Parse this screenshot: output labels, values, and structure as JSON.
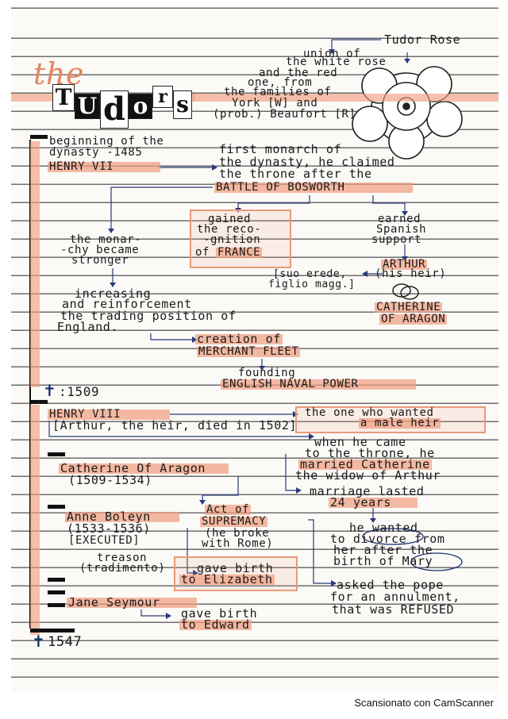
{
  "title_the": "the",
  "title_tudors_letters": [
    "T",
    "U",
    "d",
    "o",
    "r",
    "s"
  ],
  "rose_label": "Tudor Rose",
  "rose_desc": [
    "union of",
    "the white rose",
    "and the red",
    "one, from",
    "the families of",
    "York [W] and",
    "(prob.) Beaufort [R]"
  ],
  "henry7": {
    "beginning": [
      "beginning of the",
      "dynasty -1485"
    ],
    "name": "HENRY VII",
    "first_monarch": [
      "first monarch of",
      "the dynasty, he claimed",
      "the throne after the"
    ],
    "bosworth": "BATTLE OF BOSWORTH",
    "monarchy": [
      "the monar-",
      "-chy became",
      "stronger"
    ],
    "recognition": [
      "gained",
      "the reco-",
      "-gnition",
      "of",
      "FRANCE"
    ],
    "spanish": [
      "earned",
      "Spanish",
      "support"
    ],
    "arthur": "ARTHUR",
    "his_heir": "(his heir)",
    "suo_erede": [
      "[suo erede,",
      "figlio magg.]"
    ],
    "catherine": [
      "CATHERINE",
      "OF ARAGON"
    ],
    "increasing": [
      "increasing",
      "and reinforcement",
      "the trading position of",
      "England."
    ],
    "creation": [
      "creation of",
      "MERCHANT FLEET"
    ],
    "founding": [
      "founding",
      "ENGLISH NAVAL POWER"
    ],
    "death": ":1509"
  },
  "henry8": {
    "name": "HENRY VIII",
    "wanted": [
      "the one who wanted",
      "a male heir"
    ],
    "arthur_note": "[Arthur, the heir, died in 1502]",
    "came": [
      "when he came",
      "to the throne, he",
      "married Catherine",
      "the widow of Arthur"
    ],
    "catherine": [
      "Catherine Of Aragon",
      "(1509-1534)"
    ],
    "marriage": [
      "marriage lasted",
      "24 years"
    ],
    "anne": [
      "Anne Boleyn",
      "(1533-1536)",
      "[EXECUTED]"
    ],
    "supremacy": [
      "Act of",
      "SUPREMACY",
      "(he broke",
      "with Rome)"
    ],
    "divorce": [
      "he wanted",
      "to divorce from",
      "her after the",
      "birth of Mary"
    ],
    "treason": [
      "treason",
      "(tradimento)"
    ],
    "elizabeth": [
      "gave birth",
      "to Elizabeth"
    ],
    "pope": [
      "asked the pope",
      "for an annulment,",
      "that was REFUSED"
    ],
    "jane": "Jane Seymour",
    "edward": [
      "gave birth",
      "to Edward"
    ],
    "death": "1547"
  },
  "footer": "Scansionato con CamScanner",
  "colors": {
    "highlight": "#f09e80",
    "ink": "#1a1a1a",
    "cross": "#17306d"
  }
}
